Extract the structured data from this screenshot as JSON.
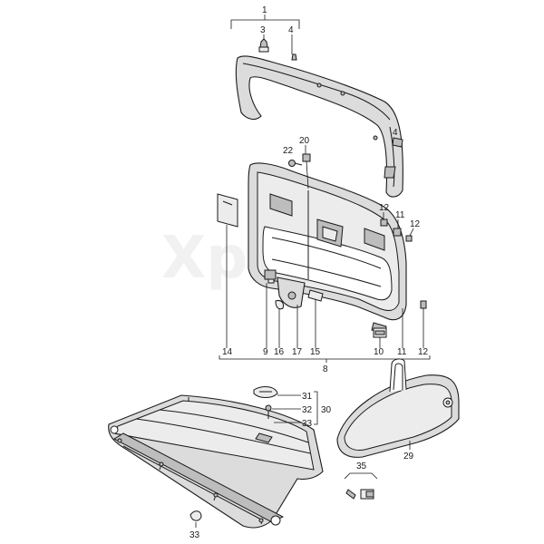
{
  "watermark": "Xpa",
  "callouts": {
    "c1": "1",
    "c3": "3",
    "c4a": "4",
    "c4b": "4",
    "c22": "22",
    "c20": "20",
    "c12a": "12",
    "c11a": "11",
    "c12b": "12",
    "c14": "14",
    "c9": "9",
    "c16": "16",
    "c17": "17",
    "c15": "15",
    "c10": "10",
    "c11b": "11",
    "c12c": "12",
    "c8": "8",
    "c31": "31",
    "c32": "32",
    "c33a": "33",
    "c30": "30",
    "c29": "29",
    "c35": "35",
    "c33b": "33"
  }
}
